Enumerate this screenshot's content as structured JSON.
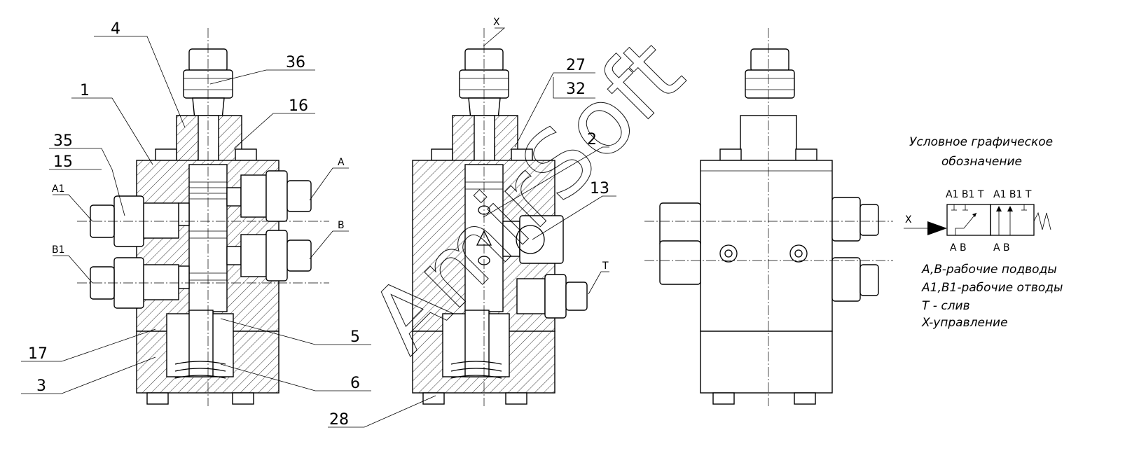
{
  "callouts": {
    "c4": "4",
    "c36": "36",
    "c1": "1",
    "c16": "16",
    "c35": "35",
    "c15": "15",
    "cA1": "A1",
    "cB1": "B1",
    "cA": "A",
    "cB": "B",
    "c17": "17",
    "c3": "3",
    "c5": "5",
    "c6": "6",
    "cX": "X",
    "c27": "27",
    "c32": "32",
    "c2": "2",
    "c13": "13",
    "cT": "T",
    "c28": "28"
  },
  "watermark": "AmirSoft",
  "symbol": {
    "title_line1": "Условное графическое",
    "title_line2": "обозначение",
    "ports_top_left": "A1 B1 T",
    "ports_top_right": "A1 B1 T",
    "ports_bottom_left": "A B",
    "ports_bottom_right": "A B",
    "control_port": "X",
    "legend": [
      "A,B-рабочие подводы",
      "A1,B1-рабочие отводы",
      "T - слив",
      "X-управление"
    ]
  }
}
